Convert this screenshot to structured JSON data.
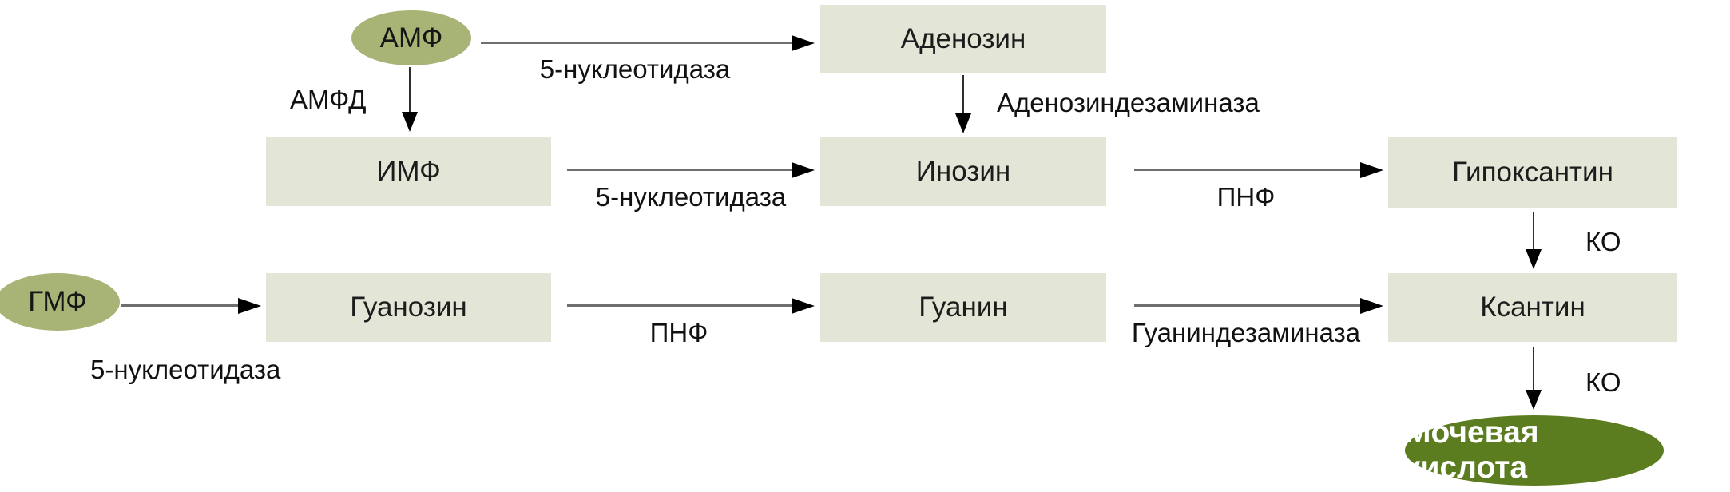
{
  "nodes": {
    "amf": {
      "label": "АМФ",
      "shape": "ellipse"
    },
    "gmf": {
      "label": "ГМФ",
      "shape": "ellipse"
    },
    "adenosine": {
      "label": "Аденозин",
      "shape": "box"
    },
    "imf": {
      "label": "ИМФ",
      "shape": "box"
    },
    "inosine": {
      "label": "Инозин",
      "shape": "box"
    },
    "hypoxanthine": {
      "label": "Гипоксантин",
      "shape": "box"
    },
    "guanosine": {
      "label": "Гуанозин",
      "shape": "box"
    },
    "guanine": {
      "label": "Гуанин",
      "shape": "box"
    },
    "xanthine": {
      "label": "Ксантин",
      "shape": "box"
    },
    "uric_acid": {
      "label": "Мочевая кислота",
      "shape": "ellipse"
    }
  },
  "enzymes": {
    "nucleotidase_top": "5-нуклеотидаза",
    "amfd": "АМФД",
    "adenosine_deaminase": "Аденозиндезаминаза",
    "nucleotidase_mid": "5-нуклеотидаза",
    "pnf_mid": "ПНФ",
    "ko_top": "КО",
    "nucleotidase_bottom": "5-нуклеотидаза",
    "pnf_bottom": "ПНФ",
    "guanine_deaminase": "Гуаниндезаминаза",
    "ko_bottom": "КО"
  },
  "colors": {
    "box_fill": "#e3e6d7",
    "substrate_ellipse_fill": "#a7b475",
    "product_ellipse_fill": "#5b7d20",
    "arrow_line": "#6d6e70",
    "arrow_head": "#000000",
    "text": "#1a1a1a",
    "product_text": "#ffffff"
  }
}
